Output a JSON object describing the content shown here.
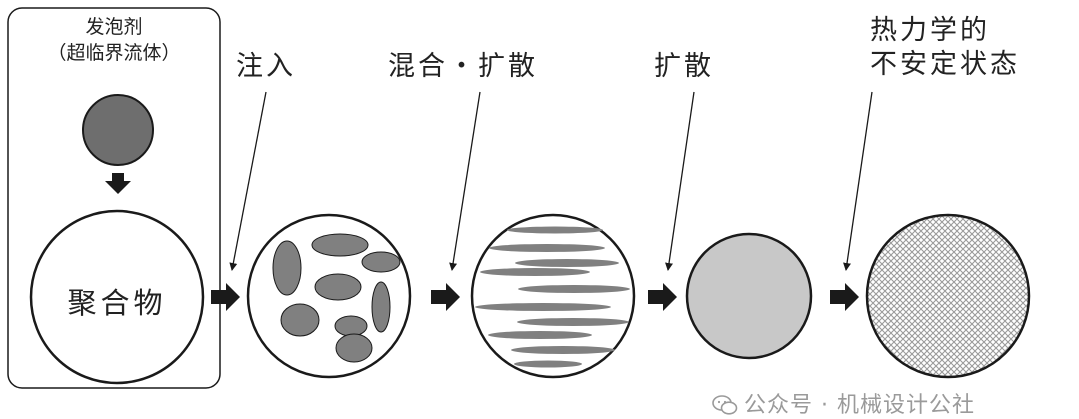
{
  "labels": {
    "foaming_agent": "发泡剂",
    "supercritical": "（超临界流体）",
    "polymer": "聚合物",
    "injection": "注入",
    "mixing": "混合・扩散",
    "diffusion": "扩散",
    "thermo_line1": "热力学的",
    "thermo_line2": "不安定状态"
  },
  "watermark": {
    "text": "公众号 · 机械设计公社",
    "icon": "wechat-icon"
  },
  "colors": {
    "stroke": "#1a1a1a",
    "droplet": "#808080",
    "agent_fill": "#6e6e6e",
    "diffused_fill": "#c8c8c8",
    "hatch": "#9a9a9a"
  }
}
